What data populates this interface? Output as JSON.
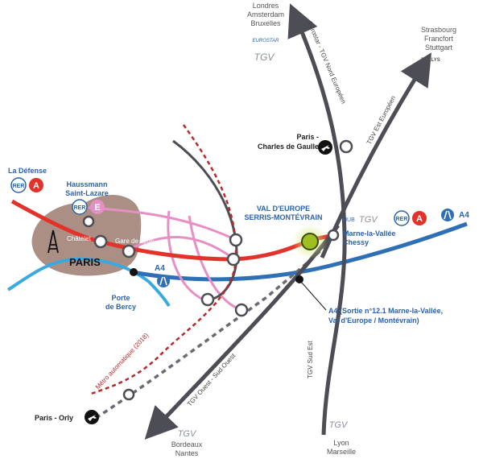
{
  "labels": {
    "north": [
      "Londres",
      "Amsterdam",
      "Bruxelles"
    ],
    "northeast": [
      "Strasbourg",
      "Francfort",
      "Stuttgart"
    ],
    "eurostar_logo": "EUROSTAR",
    "tgv_logo": "TGV",
    "thalys_logo": "THALYS",
    "tgv_nord": "Eurostar - TGV Nord Européen",
    "tgv_est": "TGV Est Européen",
    "cdg": [
      "Paris -",
      "Charles de Gaulle"
    ],
    "la_defense": "La Défense",
    "haussmann": [
      "Haussmann",
      "Saint-Lazare"
    ],
    "rer": "RER",
    "line_a": "A",
    "line_e": "E",
    "chatelet": "Châtelet",
    "gare_de_lyon": "Gare de Lyon",
    "paris": "PARIS",
    "a4": "A4",
    "porte_de_bercy": [
      "Porte",
      "de Bercy"
    ],
    "val_deurope": [
      "VAL D'EUROPE",
      "SERRIS-MONTÉVRAIN"
    ],
    "hub": "HUB",
    "marne_chessy": [
      "Marne-la-Vallée",
      "Chessy"
    ],
    "a4_exit": [
      "A4 (Sortie n°12.1 Marne-la-Vallée,",
      "Val d'Europe / Montévrain)"
    ],
    "metro_auto": "Métro automatique (2018)",
    "tgv_sud_est": "TGV Sud Est",
    "tgv_ouest": "TGV Ouest - Sud Ouest",
    "orly": "Paris - Orly",
    "southwest": [
      "Bordeaux",
      "Nantes"
    ],
    "south": [
      "Lyon",
      "Marseille"
    ]
  },
  "colors": {
    "rer_red": "#e2332b",
    "tgv_grey": "#4d4d55",
    "a4_blue": "#2f6fb6",
    "light_blue": "#3aa9dd",
    "pink": "#e68fc5",
    "paris_brown": "#a5867a",
    "text_blue": "#2b63a8",
    "val_green": "#9fbe1f",
    "metro_red": "#b52a2a"
  },
  "icons": [
    "plane-icon",
    "eiffel-tower-icon",
    "motorway-icon",
    "rer-badge-icon"
  ]
}
